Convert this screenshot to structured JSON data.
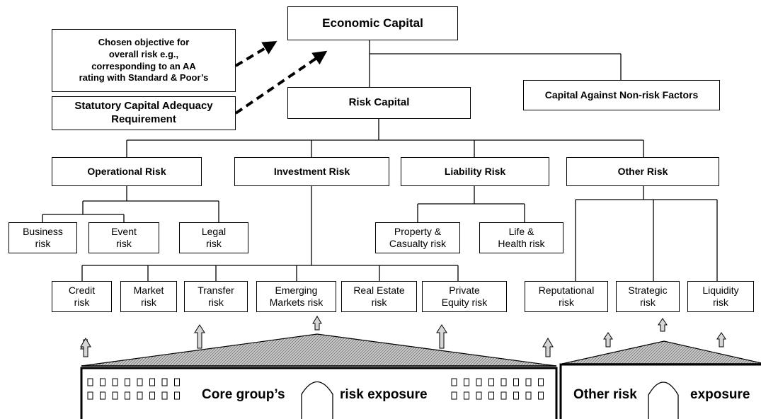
{
  "diagram": {
    "root": "Economic Capital",
    "objective_note": "Chosen objective for\noverall  risk e.g.,\ncorresponding to an AA\nrating with Standard & Poor’s",
    "statutory_note": "Statutory Capital Adequacy\nRequirement",
    "non_risk": "Capital Against Non-risk Factors",
    "risk_capital": "Risk Capital",
    "categories": {
      "operational": "Operational Risk",
      "investment": "Investment Risk",
      "liability": "Liability Risk",
      "other": "Other Risk"
    },
    "operational_children": {
      "business": "Business\nrisk",
      "event": "Event\nrisk",
      "legal": "Legal\nrisk"
    },
    "liability_children": {
      "property": "Property &\nCasualty risk",
      "life": "Life &\nHealth risk"
    },
    "investment_children": {
      "credit": "Credit\nrisk",
      "market": "Market\nrisk",
      "transfer": "Transfer\nrisk",
      "emerging": "Emerging\nMarkets risk",
      "real_estate": "Real Estate\nrisk",
      "private_equity": "Private\nEquity risk"
    },
    "other_children": {
      "reputational": "Reputational\nrisk",
      "strategic": "Strategic\nrisk",
      "liquidity": "Liquidity\nrisk"
    },
    "buildings": {
      "core_left": "Core group’s",
      "core_right": "risk exposure",
      "other_left": "Other risk",
      "other_right": "exposure"
    }
  }
}
